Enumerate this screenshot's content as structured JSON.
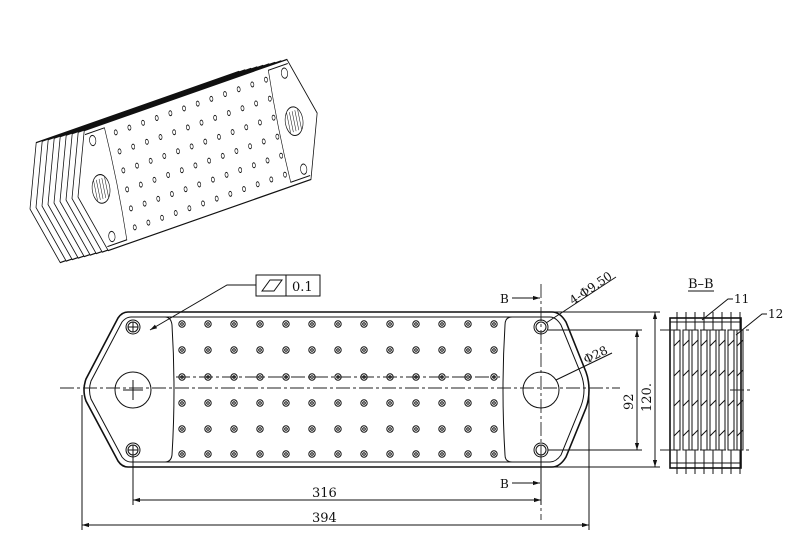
{
  "iso_view": {
    "label": "isometric-oil-cooler-view"
  },
  "front_view": {
    "tolerance": {
      "symbol": "flatness",
      "value": "0.1"
    },
    "dim_hole_spacing": "316",
    "dim_overall_length": "394",
    "dim_hole_pitch_vertical": "92",
    "dim_overall_height": "120.",
    "mount_holes": "4-Φ9.50",
    "port_hole": "Φ28",
    "section_mark_top": "B",
    "section_mark_bottom": "B"
  },
  "section_view": {
    "title": "B–B",
    "callout_fin": "11",
    "callout_plate": "12"
  }
}
